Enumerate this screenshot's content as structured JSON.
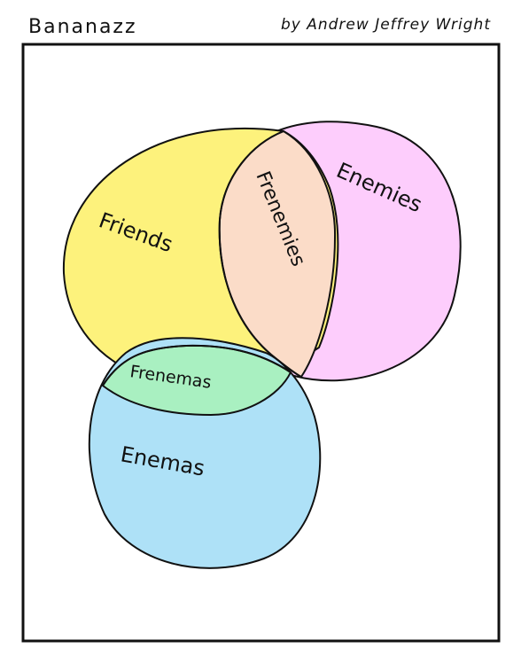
{
  "header": {
    "title": "Bananazz",
    "byline": "by Andrew Jeffrey Wright"
  },
  "diagram": {
    "sets": [
      {
        "name": "friends",
        "label": "Friends",
        "color": "#fdf27c"
      },
      {
        "name": "enemies",
        "label": "Enemies",
        "color": "#fdcdfc"
      },
      {
        "name": "enemas",
        "label": "Enemas",
        "color": "#aee1f7"
      }
    ],
    "intersections": [
      {
        "name": "frenemies",
        "label": "Frenemies",
        "color": "#fbdcc8"
      },
      {
        "name": "frenemas",
        "label": "Frenemas",
        "color": "#a9f0c1"
      }
    ]
  },
  "colors": {
    "ink": "#111111",
    "background": "#ffffff"
  }
}
